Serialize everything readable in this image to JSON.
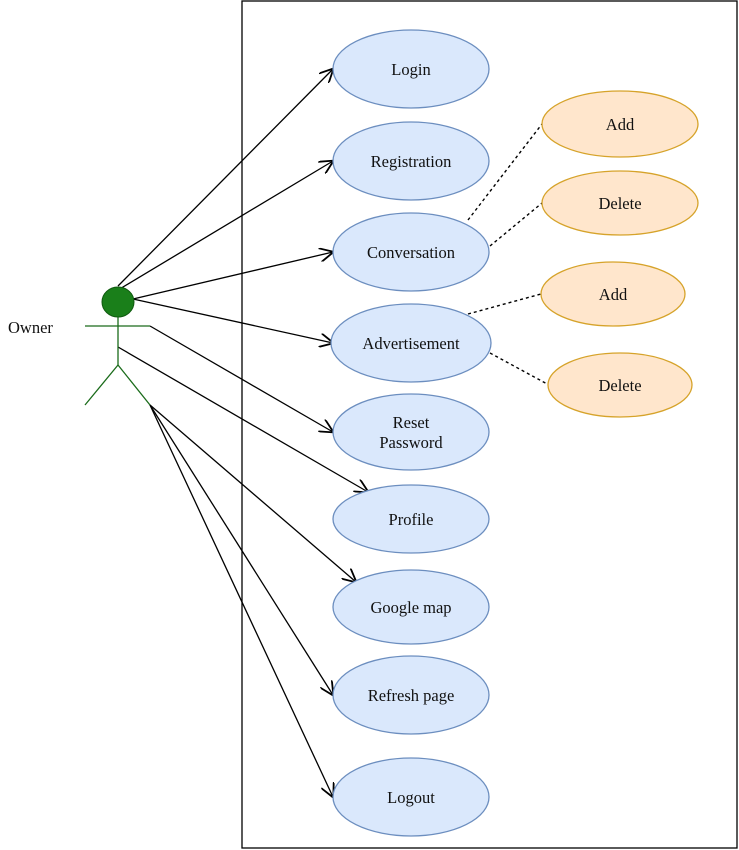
{
  "actor": {
    "label": "Owner",
    "head_color": "#1a7f1a",
    "body_color": "#1a6b1a"
  },
  "use_cases": [
    {
      "id": "login",
      "lines": [
        "Login"
      ]
    },
    {
      "id": "registration",
      "lines": [
        "Registration"
      ]
    },
    {
      "id": "conversation",
      "lines": [
        "Conversation"
      ]
    },
    {
      "id": "advertisement",
      "lines": [
        "Advertisement"
      ]
    },
    {
      "id": "reset-password",
      "lines": [
        "Reset",
        "Password"
      ]
    },
    {
      "id": "profile",
      "lines": [
        "Profile"
      ]
    },
    {
      "id": "google-map",
      "lines": [
        "Google map"
      ]
    },
    {
      "id": "refresh-page",
      "lines": [
        "Refresh page"
      ]
    },
    {
      "id": "logout",
      "lines": [
        "Logout"
      ]
    }
  ],
  "sub_use_cases": [
    {
      "id": "conversation-add",
      "parent": "conversation",
      "label": "Add"
    },
    {
      "id": "conversation-delete",
      "parent": "conversation",
      "label": "Delete"
    },
    {
      "id": "advertisement-add",
      "parent": "advertisement",
      "label": "Add"
    },
    {
      "id": "advertisement-delete",
      "parent": "advertisement",
      "label": "Delete"
    }
  ],
  "colors": {
    "use_case_fill": "#dae8fc",
    "use_case_stroke": "#6c8ebf",
    "sub_fill": "#ffe6cc",
    "sub_stroke": "#d6a32a",
    "line": "#000000"
  }
}
